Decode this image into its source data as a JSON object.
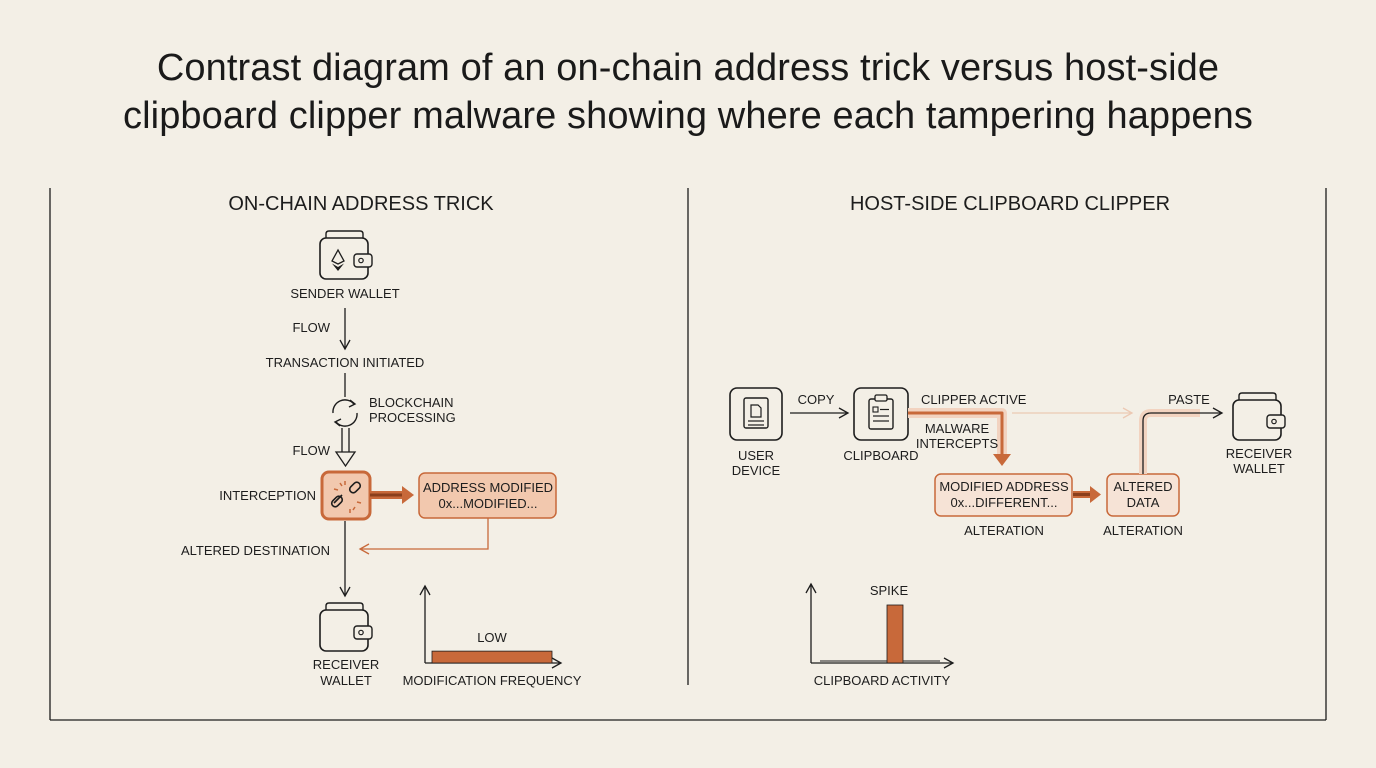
{
  "title_lines": [
    "Contrast diagram of an on-chain address trick versus host-side",
    "clipboard clipper malware showing where each tampering happens"
  ],
  "colors": {
    "background": "#f3efe6",
    "ink": "#1d1d1d",
    "accent": "#c8693a",
    "accent_fill": "#f2c8ae",
    "accent_light": "#f6e3d6"
  },
  "left_panel": {
    "heading": "ON-CHAIN ADDRESS TRICK",
    "sender_icon": "ethereum-wallet-icon",
    "sender_label": "SENDER WALLET",
    "flow_label_1": "FLOW",
    "tx_initiated": "TRANSACTION INITIATED",
    "blockchain_line_1": "BLOCKCHAIN",
    "blockchain_line_2": "PROCESSING",
    "flow_label_2": "FLOW",
    "interception_label": "INTERCEPTION",
    "interception_icon": "broken-link-icon",
    "modified_line_1": "ADDRESS MODIFIED",
    "modified_line_2": "0x...MODIFIED...",
    "altered_destination": "ALTERED DESTINATION",
    "receiver_icon": "wallet-icon",
    "receiver_line_1": "RECEIVER",
    "receiver_line_2": "WALLET",
    "chart": {
      "bar_label": "LOW",
      "xlabel": "MODIFICATION FREQUENCY"
    }
  },
  "right_panel": {
    "heading": "HOST-SIDE CLIPBOARD CLIPPER",
    "user_icon": "document-icon",
    "user_line_1": "USER",
    "user_line_2": "DEVICE",
    "copy_label": "COPY",
    "clipboard_icon": "clipboard-icon",
    "clipboard_label": "CLIPBOARD",
    "clipper_active": "CLIPPER ACTIVE",
    "malware_line_1": "MALWARE",
    "malware_line_2": "INTERCEPTS",
    "modified_line_1": "MODIFIED ADDRESS",
    "modified_line_2": "0x...DIFFERENT...",
    "alteration_1": "ALTERATION",
    "altered_line_1": "ALTERED",
    "altered_line_2": "DATA",
    "alteration_2": "ALTERATION",
    "paste_label": "PASTE",
    "receiver_icon": "wallet-icon",
    "receiver_line_1": "RECEIVER",
    "receiver_line_2": "WALLET",
    "chart": {
      "spike_label": "SPIKE",
      "xlabel": "CLIPBOARD ACTIVITY"
    }
  },
  "chart_data": [
    {
      "type": "bar",
      "series": [
        {
          "values": [
            0.18
          ]
        }
      ],
      "annotations": [
        "LOW"
      ],
      "xlabel": "MODIFICATION FREQUENCY",
      "ylabel": "",
      "ylim": [
        0,
        1
      ],
      "grid": false
    },
    {
      "type": "bar",
      "series": [
        {
          "values": [
            0.0,
            0.0,
            1.0,
            0.0
          ]
        }
      ],
      "annotations": [
        "SPIKE"
      ],
      "xlabel": "CLIPBOARD ACTIVITY",
      "ylabel": "",
      "ylim": [
        0,
        1
      ],
      "grid": false
    }
  ]
}
